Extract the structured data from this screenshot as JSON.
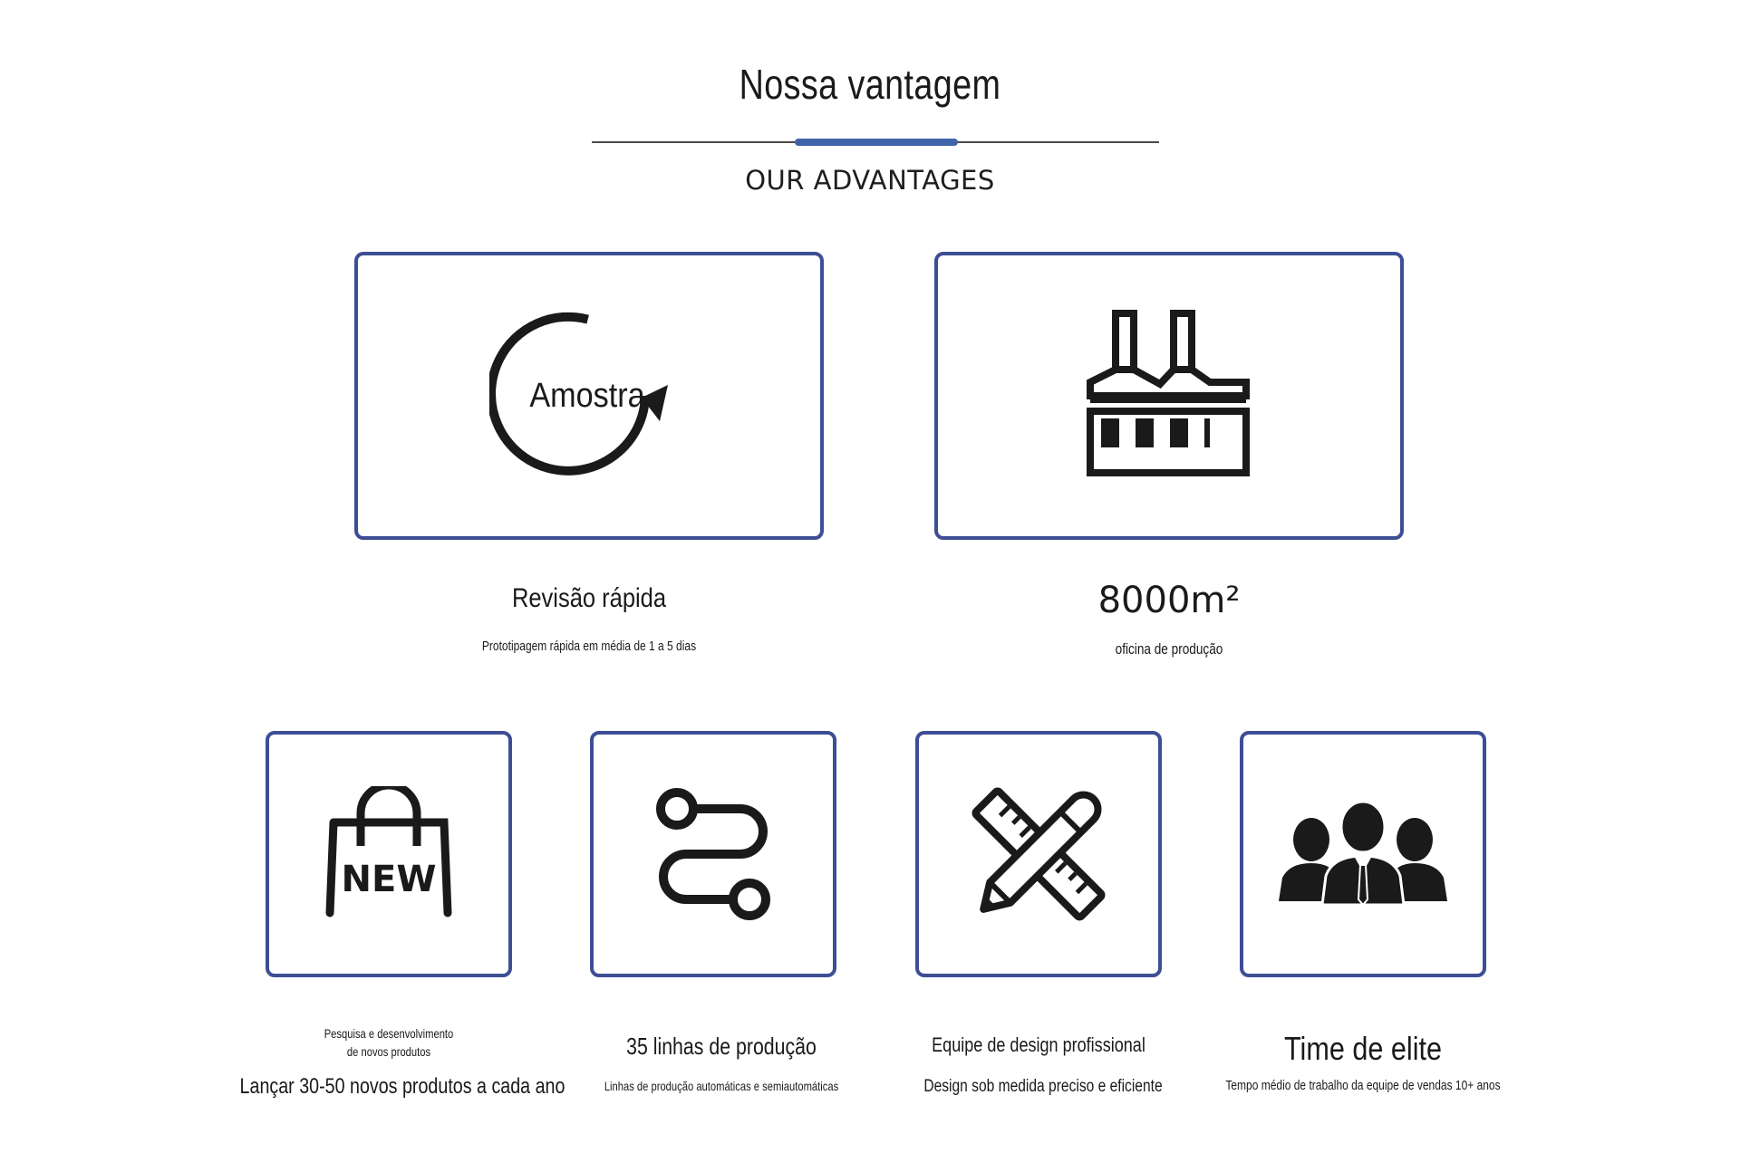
{
  "header": {
    "title": "Nossa vantagem",
    "subtitle": "OUR ADVANTAGES",
    "accent_color": "#3f63a8"
  },
  "features_top": [
    {
      "icon": "refresh-arrow-icon",
      "icon_text": "Amostra",
      "title": "Revisão rápida",
      "description": "Prototipagem rápida em média de 1 a 5 dias"
    },
    {
      "icon": "factory-icon",
      "title": "8000m²",
      "description": "oficina de produção"
    }
  ],
  "features_bottom": [
    {
      "icon": "new-shopping-bag-icon",
      "icon_text": "NEW",
      "caption_line1": "Pesquisa e desenvolvimento",
      "caption_line2": "de novos produtos",
      "title": "Lançar 30-50 novos produtos a cada ano"
    },
    {
      "icon": "production-route-icon",
      "title": "35 linhas de produção",
      "description": "Linhas de produção automáticas e semiautomáticas"
    },
    {
      "icon": "ruler-pencil-icon",
      "title": "Equipe de design profissional",
      "description": "Design sob medida preciso e eficiente"
    },
    {
      "icon": "team-people-icon",
      "title": "Time de elite",
      "description": "Tempo médio de trabalho da equipe de vendas 10+ anos"
    }
  ],
  "colors": {
    "card_border": "#3d4e95",
    "text": "#1a1a1a"
  }
}
